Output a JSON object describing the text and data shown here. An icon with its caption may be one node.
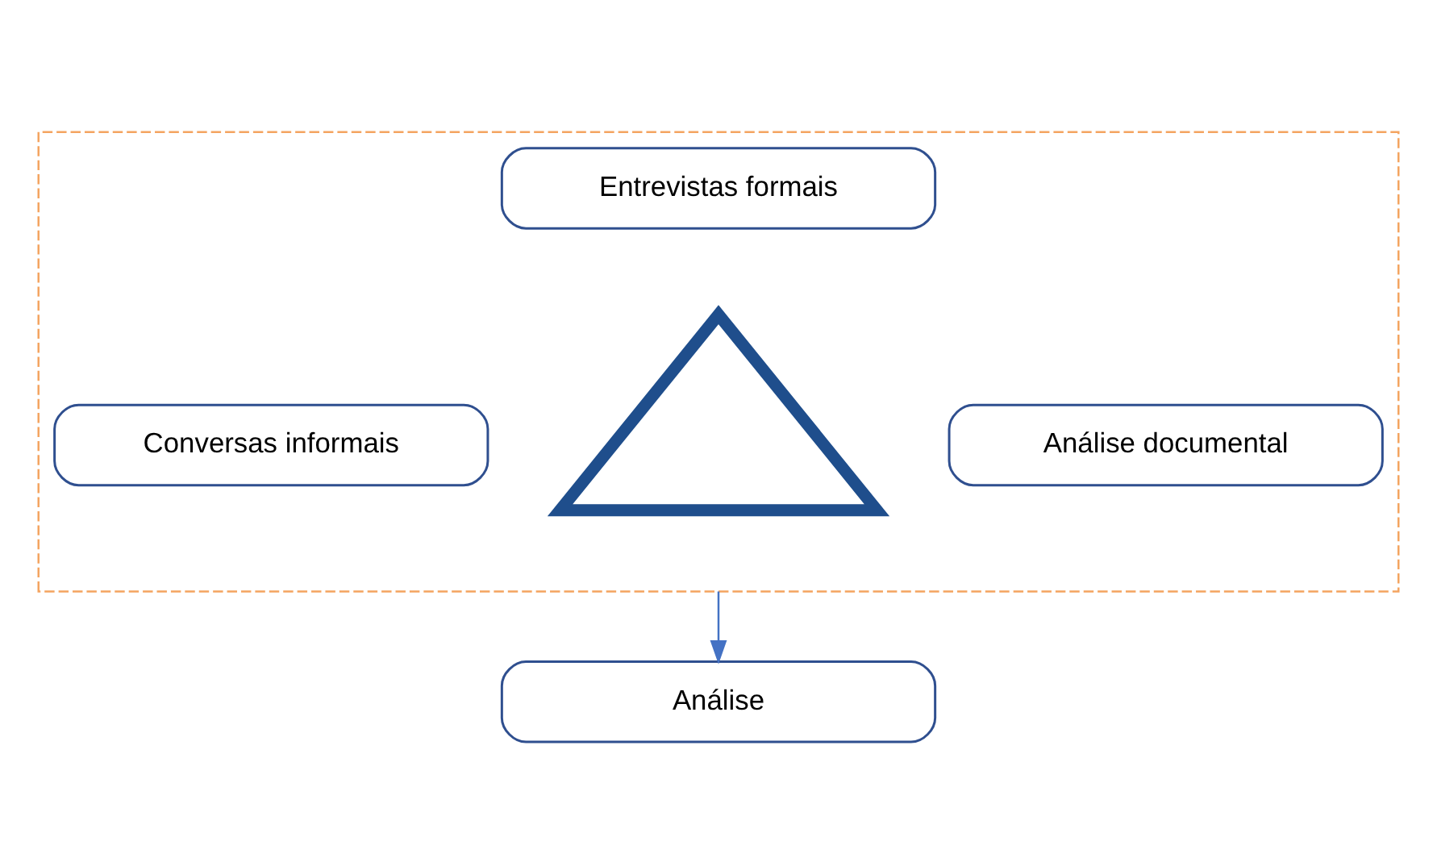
{
  "diagram": {
    "nodes": [
      {
        "text": [],
        "shape": "box"
      },
      {
        "text": [
          "Entrevistas formais"
        ],
        "in": 0
      },
      {
        "text": [
          "Conversas informais"
        ],
        "in": 0
      },
      {
        "text": [],
        "shape": "triangle",
        "in": 0
      },
      {
        "text": [
          "Análise documental"
        ],
        "in": 0
      },
      {
        "text": [
          "Análise"
        ]
      }
    ],
    "edges": [
      {
        "from": 0,
        "to": 5,
        "arrow": "to"
      }
    ]
  }
}
